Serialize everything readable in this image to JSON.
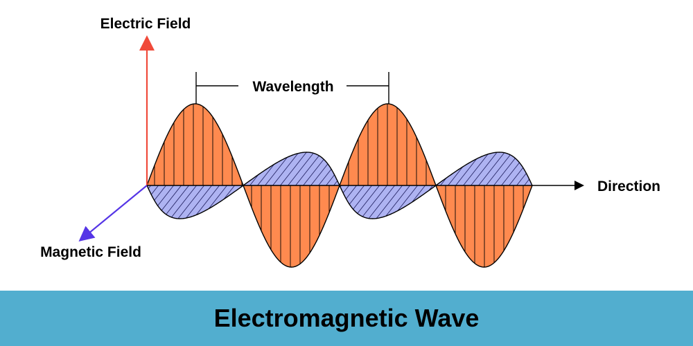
{
  "diagram": {
    "labels": {
      "electric_field": "Electric Field",
      "magnetic_field": "Magnetic Field",
      "wavelength": "Wavelength",
      "direction": "Direction"
    },
    "colors": {
      "electric_fill": "#ff8a4f",
      "magnetic_fill": "#aeb3f2",
      "electric_axis": "#f04a3a",
      "magnetic_axis": "#5535e6",
      "outline": "#000000"
    }
  },
  "footer": {
    "title": "Electromagnetic Wave",
    "background": "#52aecf"
  }
}
